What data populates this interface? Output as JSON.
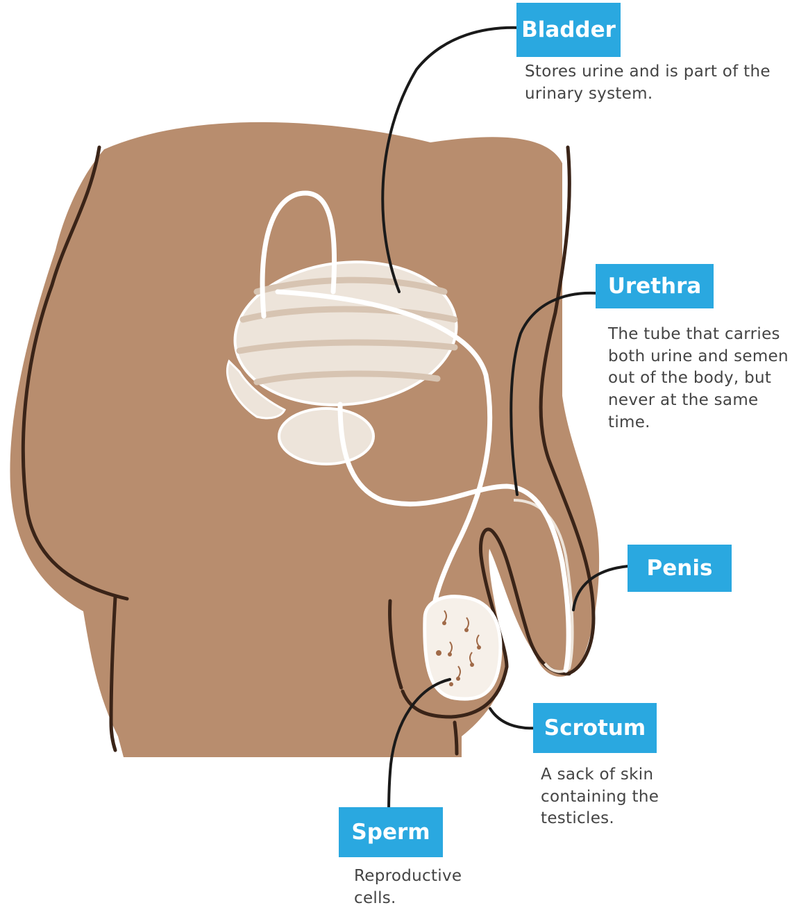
{
  "labels": {
    "bladder": {
      "title": "Bladder",
      "description": "Stores urine and is part of the urinary system."
    },
    "urethra": {
      "title": "Urethra",
      "description": "The tube that carries both urine and semen out of the body, but never at the same time."
    },
    "penis": {
      "title": "Penis"
    },
    "scrotum": {
      "title": "Scrotum",
      "description": "A sack of skin containing the testicles."
    },
    "sperm": {
      "title": "Sperm",
      "description": "Reproductive cells."
    }
  },
  "colors": {
    "skin": "#b88d6e",
    "outline": "#3a2418",
    "organ": "#ede4da",
    "organ_stroke": "#ffffff",
    "label_bg": "#2aa8e0",
    "label_text": "#ffffff",
    "description_text": "#444444",
    "leader_line": "#1a1a1a",
    "sperm": "#a06a48"
  }
}
